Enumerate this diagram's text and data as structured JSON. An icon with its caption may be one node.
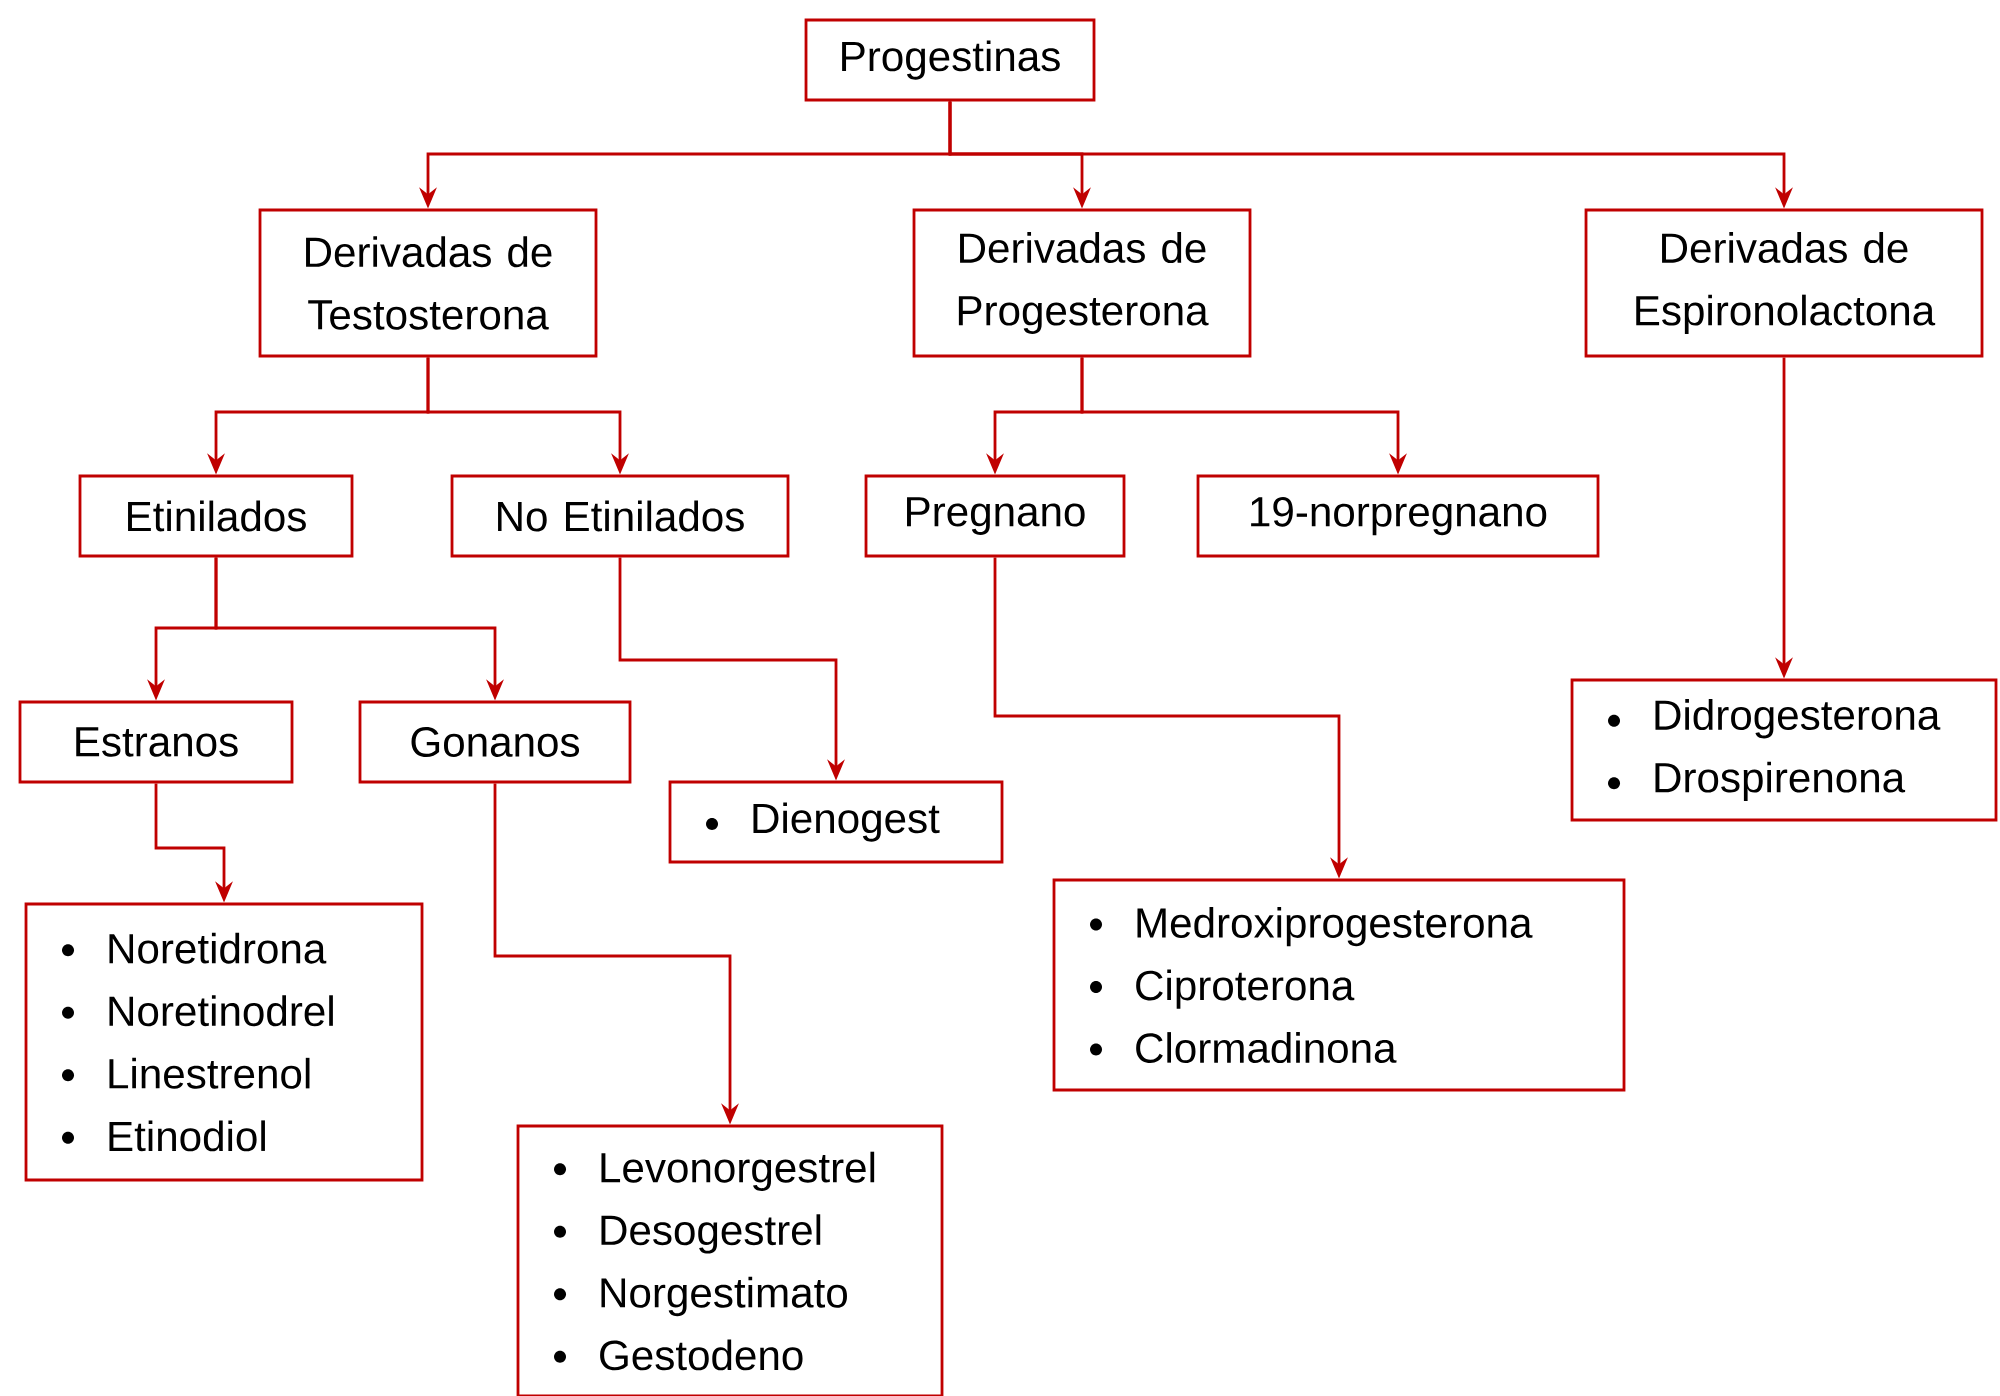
{
  "diagram": {
    "nodes": [
      {
        "text": [
          "Progestinas"
        ]
      },
      {
        "text": [
          "Derivadas de Testosterona"
        ]
      },
      {
        "text": [
          "Derivadas de Progesterona"
        ]
      },
      {
        "text": [
          "Derivadas de Espironolactona"
        ]
      },
      {
        "text": [
          "Etinilados"
        ]
      },
      {
        "text": [
          "No Etinilados"
        ]
      },
      {
        "text": [
          "Pregnano"
        ]
      },
      {
        "text": [
          "19-norpregnano"
        ]
      },
      {
        "text": [
          "Estranos"
        ]
      },
      {
        "text": [
          "Gonanos"
        ]
      },
      {
        "text": [
          "Dienogest"
        ]
      },
      {
        "text": [
          "Didrogesterona",
          "Drospirenona"
        ]
      },
      {
        "text": [
          "Noretidrona",
          "Noretinodrel",
          "Linestrenol",
          "Etinodiol"
        ]
      },
      {
        "text": [
          "Medroxiprogesterona",
          "Ciproterona",
          "Clormadinona"
        ]
      },
      {
        "text": [
          "Levonorgestrel",
          "Desogestrel",
          "Norgestimato",
          "Gestodeno"
        ]
      }
    ],
    "edges": [
      {
        "from": 0,
        "to": 1,
        "arrow": "to"
      },
      {
        "from": 0,
        "to": 2,
        "arrow": "to"
      },
      {
        "from": 0,
        "to": 3,
        "arrow": "to"
      },
      {
        "from": 1,
        "to": 4,
        "arrow": "to"
      },
      {
        "from": 1,
        "to": 5,
        "arrow": "to"
      },
      {
        "from": 2,
        "to": 6,
        "arrow": "to"
      },
      {
        "from": 2,
        "to": 7,
        "arrow": "to"
      },
      {
        "from": 3,
        "to": 11,
        "arrow": "to"
      },
      {
        "from": 4,
        "to": 8,
        "arrow": "to"
      },
      {
        "from": 4,
        "to": 9,
        "arrow": "to"
      },
      {
        "from": 5,
        "to": 10,
        "arrow": "to"
      },
      {
        "from": 6,
        "to": 13,
        "arrow": "to"
      },
      {
        "from": 8,
        "to": 12,
        "arrow": "to"
      },
      {
        "from": 9,
        "to": 14,
        "arrow": "to"
      }
    ]
  }
}
